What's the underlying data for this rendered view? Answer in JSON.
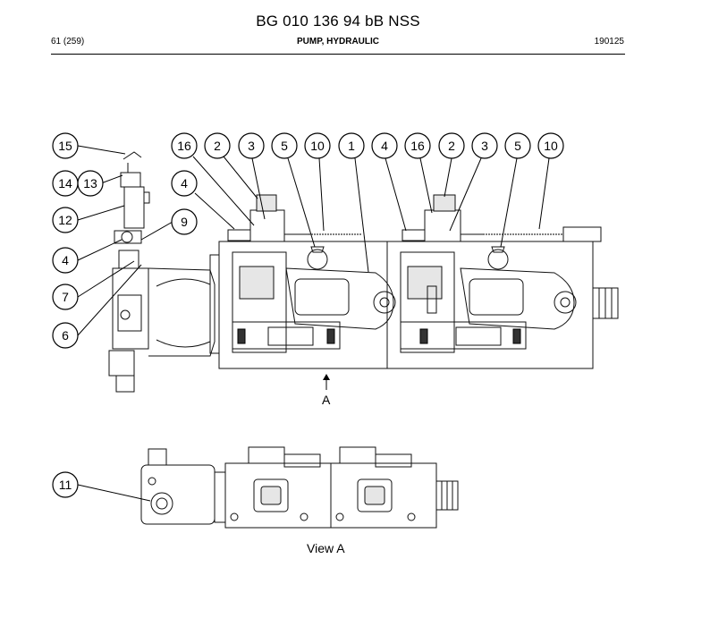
{
  "header": {
    "title": "BG 010 136 94 bB NSS",
    "page": "61 (259)",
    "section": "PUMP, HYDRAULIC",
    "date_code": "190125"
  },
  "diagram": {
    "callouts_top": [
      "15",
      "14",
      "13",
      "12",
      "4",
      "7",
      "6",
      "16",
      "2",
      "3",
      "5",
      "10",
      "1",
      "4",
      "16",
      "2",
      "3",
      "5",
      "10",
      "4",
      "9"
    ],
    "callouts_bottom": [
      "11"
    ],
    "arrow_label": "A",
    "view_label": "View A"
  }
}
